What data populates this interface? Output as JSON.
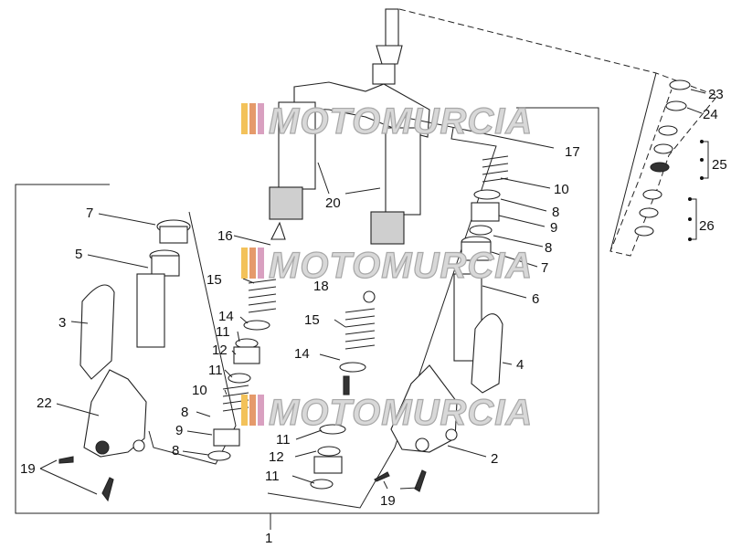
{
  "watermark": {
    "text": "MOTOMURCIA"
  },
  "callouts": {
    "c1": "1",
    "c2": "2",
    "c3": "3",
    "c4": "4",
    "c5": "5",
    "c6": "6",
    "c7a": "7",
    "c7b": "7",
    "c8a": "8",
    "c8b": "8",
    "c8c": "8",
    "c8d": "8",
    "c9a": "9",
    "c9b": "9",
    "c10a": "10",
    "c10b": "10",
    "c11a": "11",
    "c11b": "11",
    "c11c": "11",
    "c11d": "11",
    "c12a": "12",
    "c12b": "12",
    "c14a": "14",
    "c14b": "14",
    "c15a": "15",
    "c15b": "15",
    "c16": "16",
    "c17": "17",
    "c18": "18",
    "c19a": "19",
    "c19b": "19",
    "c20": "20",
    "c22": "22",
    "c23": "23",
    "c24": "24",
    "c25": "25",
    "c26": "26"
  }
}
